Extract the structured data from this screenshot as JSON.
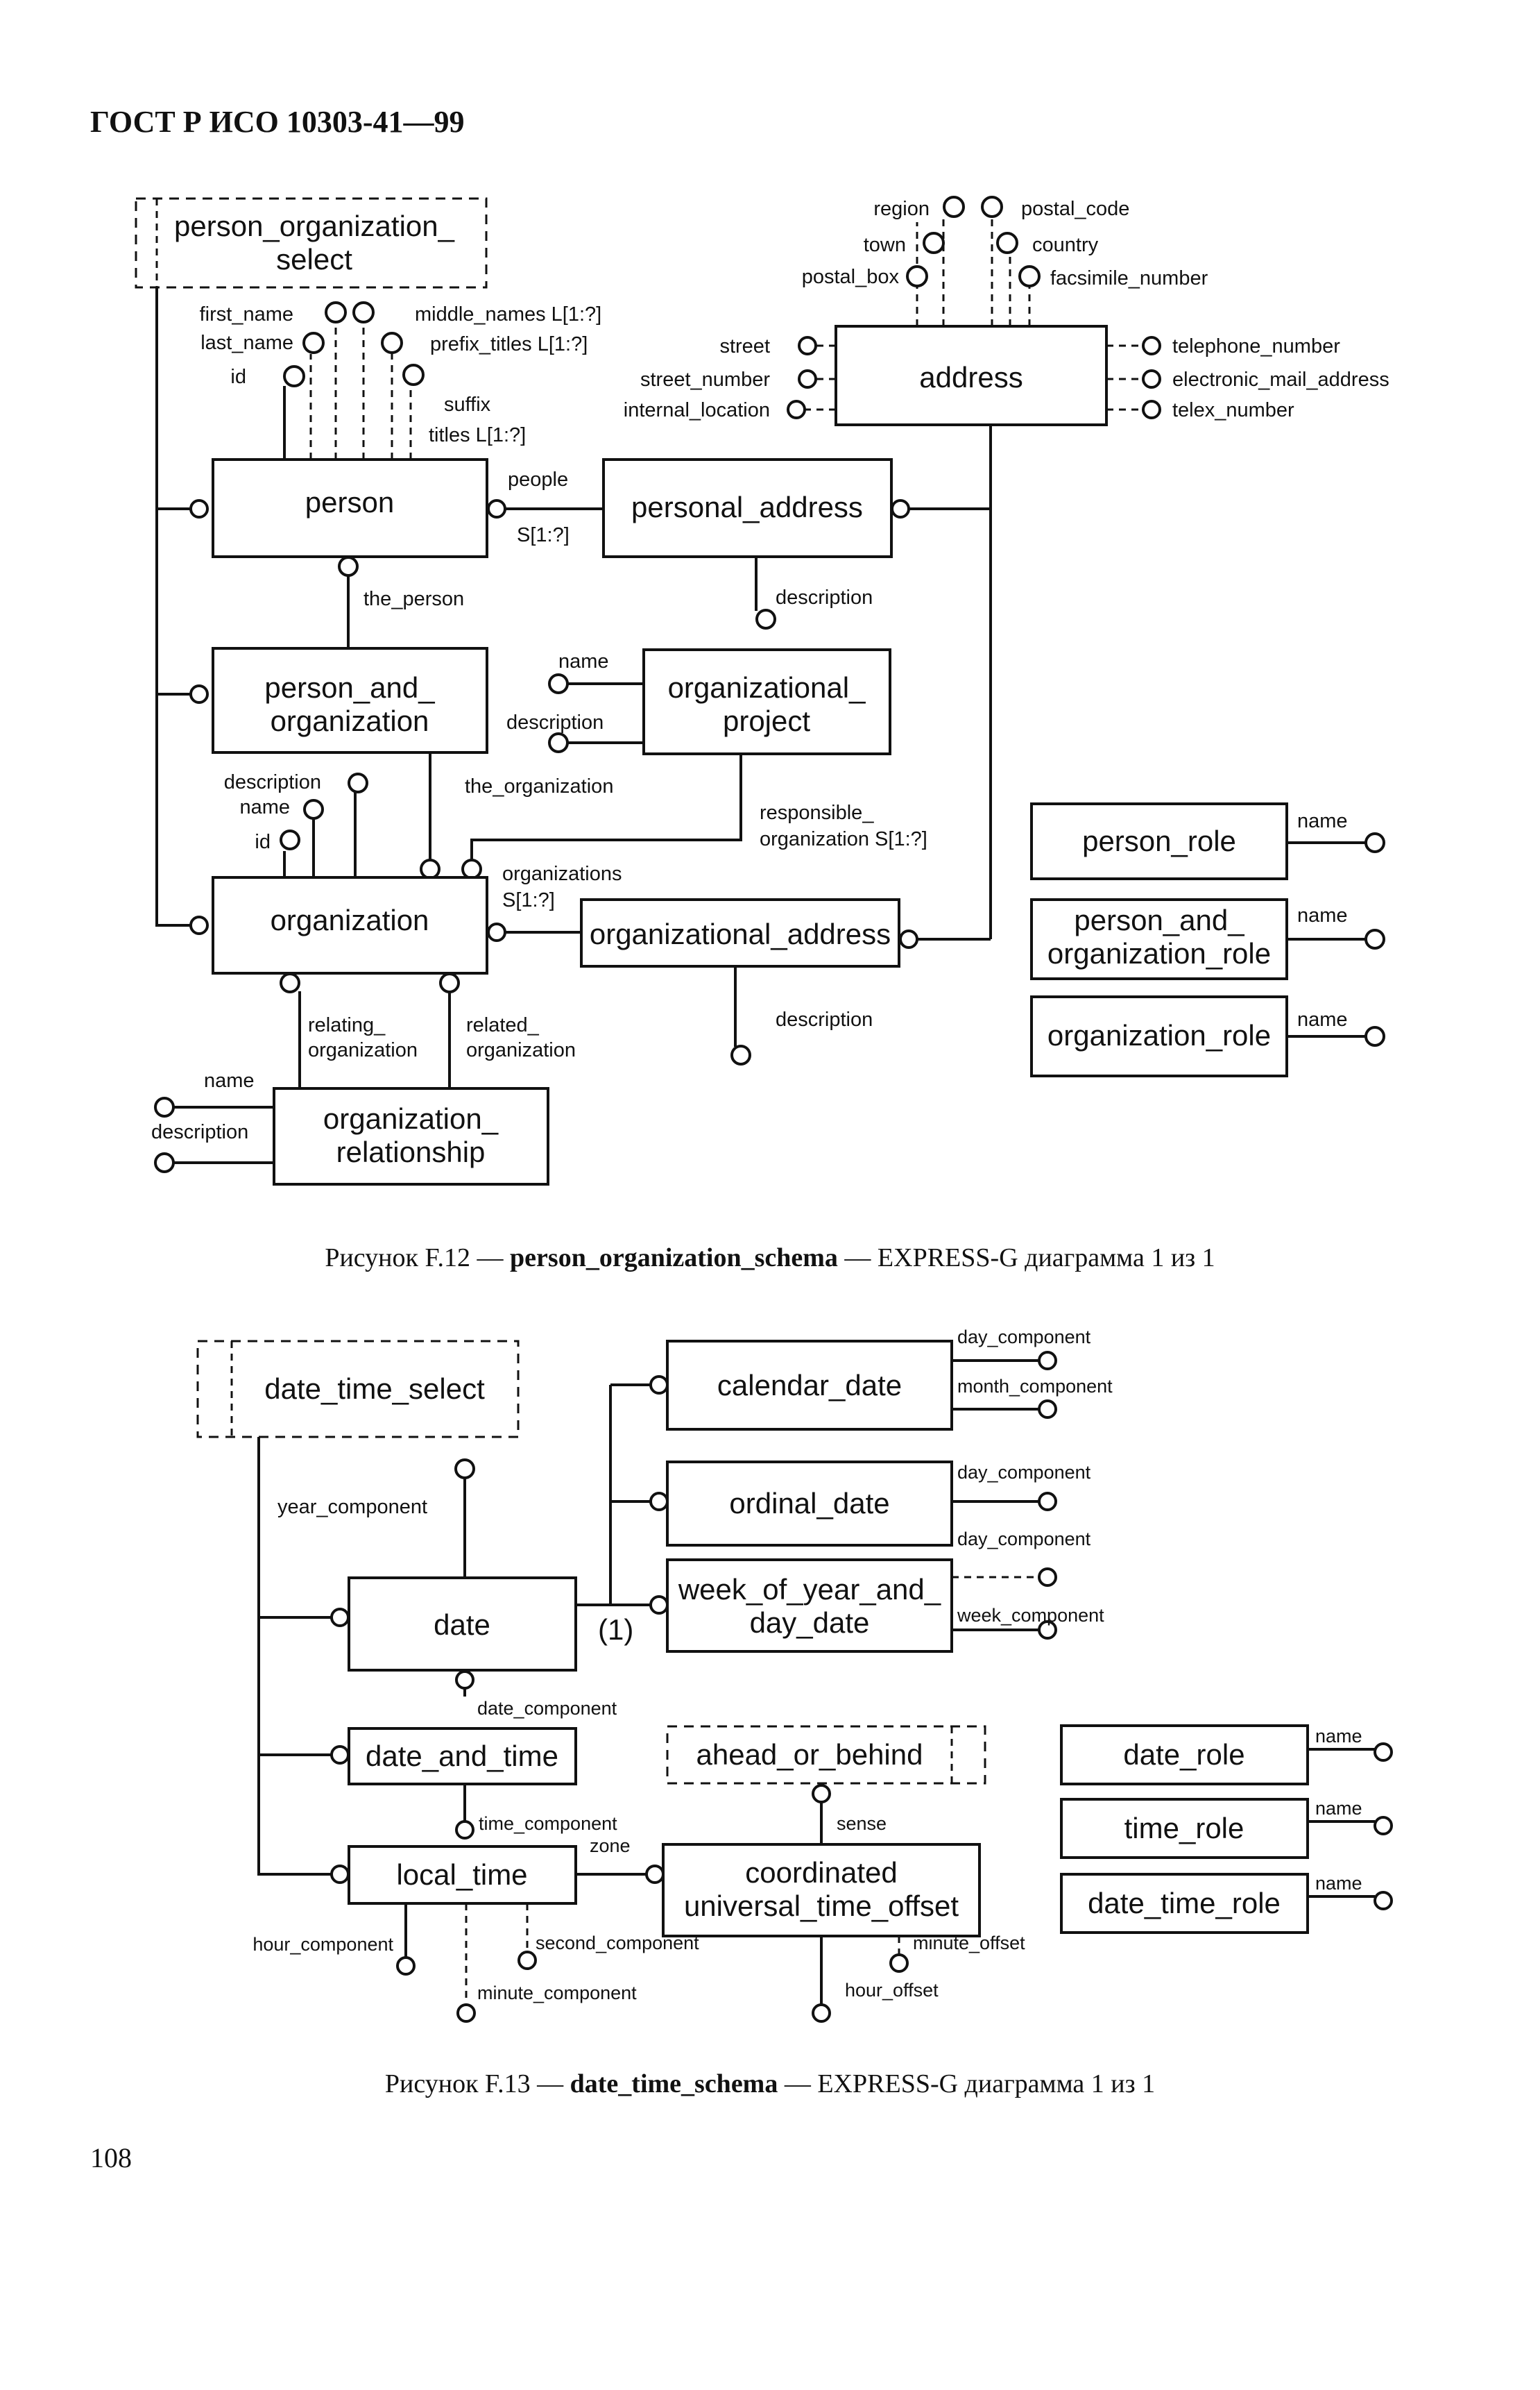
{
  "header": "ГОСТ Р ИСО 10303-41—99",
  "page_number": "108",
  "figure1": {
    "caption_prefix": "Рисунок F.12 — ",
    "caption_schema": "person_organization_schema",
    "caption_suffix": " — EXPRESS-G диаграмма 1 из 1",
    "entities": {
      "person_organization_select_1": "person_organization_",
      "person_organization_select_2": "select",
      "person": "person",
      "personal_address": "personal_address",
      "address": "address",
      "person_and_organization_1": "person_and_",
      "person_and_organization_2": "organization",
      "organizational_project_1": "organizational_",
      "organizational_project_2": "project",
      "organization": "organization",
      "organizational_address": "organizational_address",
      "organization_relationship_1": "organization_",
      "organization_relationship_2": "relationship",
      "person_role": "person_role",
      "person_and_organization_role_1": "person_and_",
      "person_and_organization_role_2": "organization_role",
      "organization_role": "organization_role"
    },
    "labels": {
      "first_name": "first_name",
      "last_name": "last_name",
      "id": "id",
      "middle_names": "middle_names L[1:?]",
      "prefix_titles": "prefix_titles L[1:?]",
      "suffix": "suffix",
      "suffix_titles": "titles L[1:?]",
      "people": "people",
      "people_agg": "S[1:?]",
      "the_person": "the_person",
      "pa_description": "description",
      "region": "region",
      "town": "town",
      "postal_box": "postal_box",
      "postal_code": "postal_code",
      "country": "country",
      "facsimile_number": "facsimile_number",
      "street": "street",
      "street_number": "street_number",
      "internal_location": "internal_location",
      "telephone_number": "telephone_number",
      "electronic_mail_address": "electronic_mail_address",
      "telex_number": "telex_number",
      "proj_name": "name",
      "proj_description": "description",
      "the_organization": "the_organization",
      "responsible_1": "responsible_",
      "responsible_2": "organization S[1:?]",
      "org_description": "description",
      "org_name": "name",
      "org_id": "id",
      "organizations": "organizations",
      "organizations_agg": "S[1:?]",
      "relating_1": "relating_",
      "relating_2": "organization",
      "related_1": "related_",
      "related_2": "organization",
      "rel_name": "name",
      "rel_description": "description",
      "oa_description": "description",
      "role_name_1": "name",
      "role_name_2": "name",
      "role_name_3": "name"
    }
  },
  "figure2": {
    "caption_prefix": "Рисунок F.13 — ",
    "caption_schema": "date_time_schema",
    "caption_suffix": " — EXPRESS-G диаграмма 1 из 1",
    "entities": {
      "date_time_select": "date_time_select",
      "calendar_date": "calendar_date",
      "ordinal_date": "ordinal_date",
      "week_of_year_1": "week_of_year_and_",
      "week_of_year_2": "day_date",
      "date": "date",
      "date_and_time": "date_and_time",
      "ahead_or_behind": "ahead_or_behind",
      "local_time": "local_time",
      "cuto_1": "coordinated",
      "cuto_2": "universal_time_offset",
      "date_role": "date_role",
      "time_role": "time_role",
      "date_time_role": "date_time_role"
    },
    "labels": {
      "day_component_1": "day_component",
      "month_component": "month_component",
      "day_component_2": "day_component",
      "day_component_3": "day_component",
      "week_component": "week_component",
      "year_component": "year_component",
      "one_of": "(1)",
      "date_component": "date_component",
      "time_component": "time_component",
      "zone": "zone",
      "sense": "sense",
      "hour_component": "hour_component",
      "second_component": "second_component",
      "minute_component": "minute_component",
      "minute_offset": "minute_offset",
      "hour_offset": "hour_offset",
      "role_name_1": "name",
      "role_name_2": "name",
      "role_name_3": "name"
    }
  }
}
